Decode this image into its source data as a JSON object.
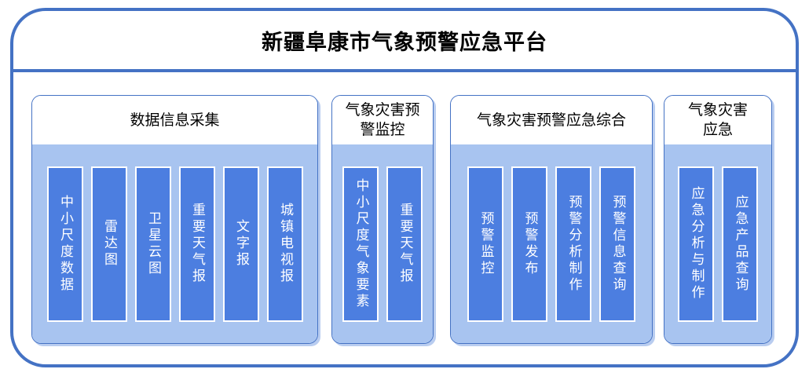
{
  "title": "新疆阜康市气象预警应急平台",
  "colors": {
    "frame_border": "#4472C4",
    "panel_border": "#4472C4",
    "panel_header_bg": "#FFFFFF",
    "panel_body_bg": "#A8C4F0",
    "module_bg": "#4C7EE0",
    "module_border": "#FFFFFF",
    "module_text": "#FFFFFF",
    "title_text": "#000000"
  },
  "groups": [
    {
      "header": "数据信息采集",
      "items": [
        "中小尺度数据",
        "雷达图",
        "卫星云图",
        "重要天气报",
        "文字报",
        "城镇电视报"
      ]
    },
    {
      "header": "气象灾害预警监控",
      "items": [
        "中小尺度气象要素",
        "重要天气报"
      ]
    },
    {
      "header": "气象灾害预警应急综合",
      "items": [
        "预警监控",
        "预警发布",
        "预警分析制作",
        "预警信息查询"
      ]
    },
    {
      "header": "气象灾害应急",
      "items": [
        "应急分析与制作",
        "应急产品查询"
      ]
    }
  ]
}
